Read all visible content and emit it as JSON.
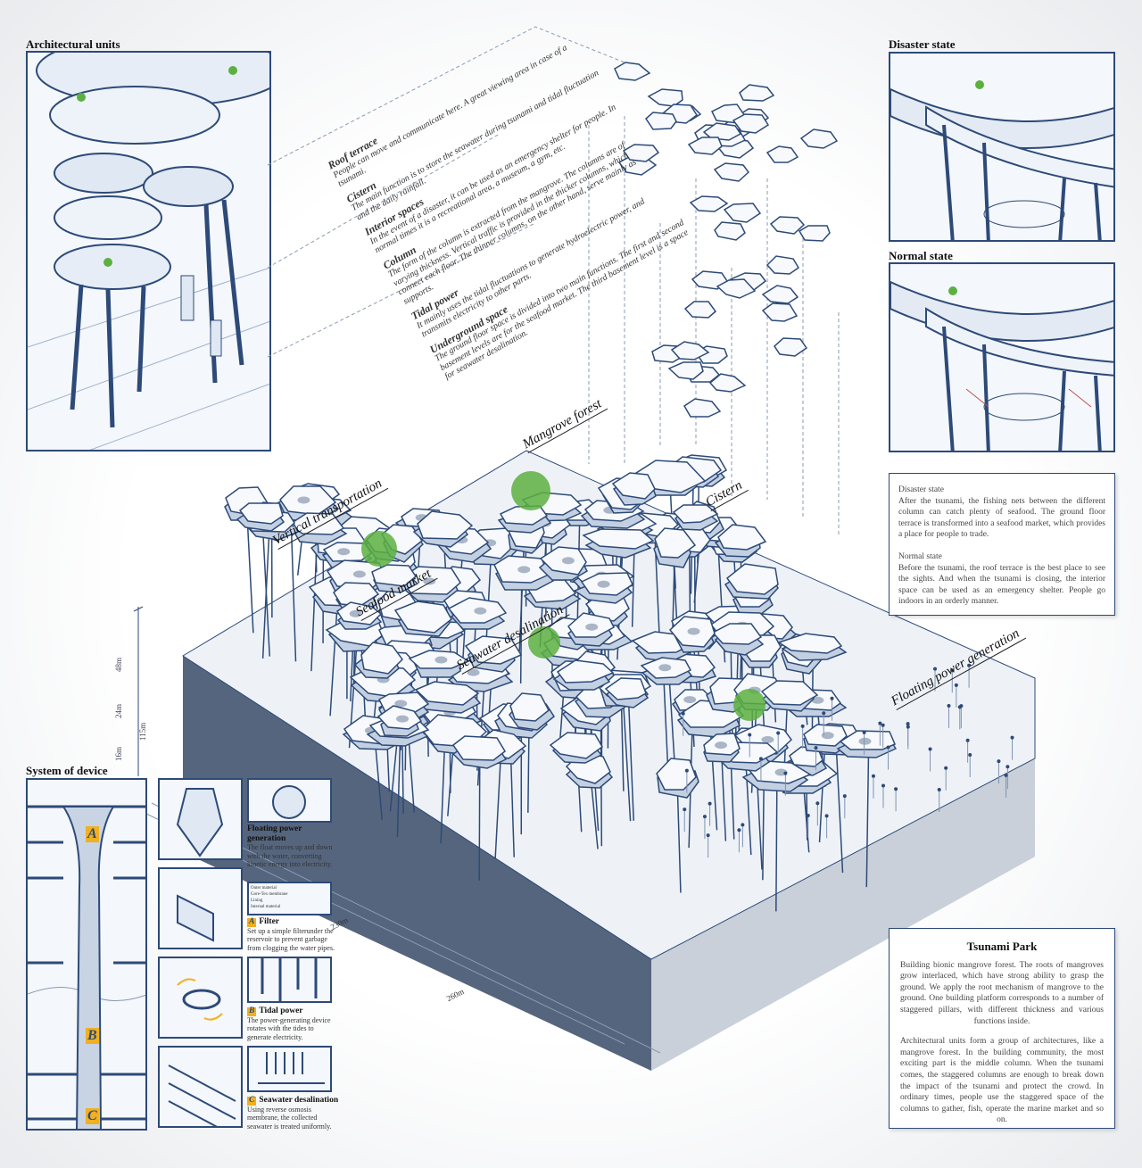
{
  "sections": {
    "architectural_units": "Architectural units",
    "disaster_state": "Disaster state",
    "normal_state": "Normal state",
    "system_of_device": "System of device"
  },
  "unit_notes": [
    {
      "title": "Roof terrace",
      "text": "People can move and communicate here. A great viewing area in case of a tsunami."
    },
    {
      "title": "Cistern",
      "text": "The main function is to store the seawater during tsunami and tidal fluctuation and the daily rainfall."
    },
    {
      "title": "Interior spaces",
      "text": "In the event of a disaster, it can be used as an emergency shelter for people. In normal times it is a recreational area, a museum, a gym, etc."
    },
    {
      "title": "Column",
      "text": "The form of the column is extracted from the mangrove. The columns are of varying thickness. Vertical traffic is provided in the thicker columns, which connect each floor. The thinner columns, on the other hand, serve mainly as supports."
    },
    {
      "title": "Tidal power",
      "text": "It mainly uses the tidal fluctuations to generate hydroelectric power, and transmits electricity to other parts."
    },
    {
      "title": "Underground space",
      "text": "The ground floor space is divided into two main functions. The first and second basement levels are for the seafood market. The third basement level is a space for seawater desalination."
    }
  ],
  "labels": {
    "vertical_transportation": "Vertical transportation",
    "mangrove_forest": "Mangrove forest",
    "seafood_market": "Seafood market",
    "cistern": "Cistern",
    "seawater_desalination": "Seawater desalination",
    "floating_power_generation": "Floating power generation"
  },
  "dimensions": {
    "h1": "48m",
    "h2": "24m",
    "h3": "16m",
    "h4": "115m",
    "w1": "230m",
    "w2": "260m"
  },
  "states_text": {
    "disaster_title": "Disaster state",
    "disaster_body": "After the tsunami, the fishing nets between the different column can catch plenty of seafood. The ground floor terrace is transformed into a seafood market, which provides a place for people to trade.",
    "normal_title": "Normal state",
    "normal_body": "Before the tsunami, the roof terrace is the best place to see the sights. And when the tsunami is closing, the interior space can be used as an emergency shelter. People go indoors in an orderly manner."
  },
  "tsunami_park": {
    "title": "Tsunami Park",
    "p1": "Building bionic mangrove forest. The roots of mangroves grow interlaced, which have strong ability to grasp the ground. We apply the root mechanism of mangrove to the ground. One building platform corresponds to a number of staggered pillars, with different thickness and various functions inside.",
    "p2": "Architectural units form a group of architectures, like a mangrove forest. In the building community, the most exciting part is the middle column. When the tsunami comes, the staggered columns are enough to break down the impact of the tsunami and protect the crowd. In ordinary times, people use the staggered space of the columns to gather, fish, operate the marine market and so on."
  },
  "devices": [
    {
      "tag": "",
      "title": "Floating power generation",
      "text": "The float moves up and down with the water, converting kinetic energy into electricity."
    },
    {
      "tag": "A",
      "title": "Filter",
      "text": "Set up a simple filterunder the reservoir to prevent garbage from clogging the water pipes."
    },
    {
      "tag": "B",
      "title": "Tidal power",
      "text": "The power-generating device rotates with the tides to generate electricity."
    },
    {
      "tag": "C",
      "title": "Seawater desalination",
      "text": "Using reverse osmosis membrane, the collected seawater is treated uniformly."
    }
  ],
  "filter_layers": [
    "Outer material",
    "Gore-Tex membrane",
    "Lining",
    "Internal material"
  ],
  "column_tags": [
    "A",
    "B",
    "C"
  ],
  "colors": {
    "line": "#2d4a78",
    "accent": "#f0b020",
    "green": "#5cb040",
    "panel": "#f4f7fb"
  }
}
